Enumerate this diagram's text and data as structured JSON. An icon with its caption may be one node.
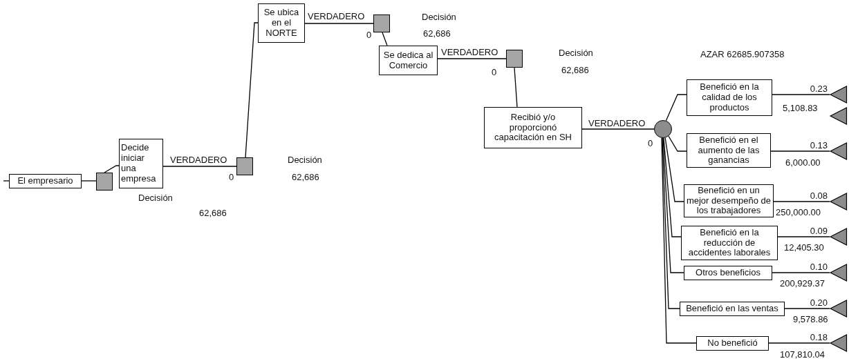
{
  "diagram": {
    "nodes": [
      {
        "text": [
          "El empresario"
        ]
      },
      {
        "text": [],
        "shape": "box"
      },
      {
        "text": [
          "Decide iniciar una empresa"
        ]
      },
      {
        "text": [],
        "shape": "box",
        "beside": [
          "0",
          "Decisión",
          "62,686"
        ]
      },
      {
        "text": [
          "Se ubica en el NORTE"
        ]
      },
      {
        "text": [],
        "shape": "box",
        "beside": [
          "0",
          "Decisión",
          "62,686"
        ]
      },
      {
        "text": [
          "Se dedica al Comercio"
        ]
      },
      {
        "text": [],
        "shape": "box",
        "beside": [
          "0",
          "Decisión",
          "62,686"
        ]
      },
      {
        "text": [
          "Recibió y/o proporcionó capacitación en SH"
        ]
      },
      {
        "text": [],
        "shape": "circle",
        "beside": [
          "0"
        ]
      },
      {
        "text": [
          "Benefició en la calidad de los productos"
        ]
      },
      {
        "text": [
          "Benefició en el aumento de las ganancias"
        ]
      },
      {
        "text": [
          "Benefició en un mejor desempeño de los trabajadores"
        ]
      },
      {
        "text": [
          "Benefició en la reducción de accidentes laborales"
        ]
      },
      {
        "text": [
          "Otros beneficios"
        ]
      },
      {
        "text": [
          "Benefició en las ventas"
        ]
      },
      {
        "text": [
          "No benefició"
        ]
      },
      {
        "text": [],
        "shape": "triangle",
        "beside": [
          "5,108.83"
        ]
      },
      {
        "text": [],
        "shape": "triangle"
      },
      {
        "text": [],
        "shape": "triangle",
        "beside": [
          "6,000.00"
        ]
      },
      {
        "text": [],
        "shape": "triangle"
      },
      {
        "text": [],
        "shape": "triangle",
        "beside": [
          "12,405.30"
        ]
      },
      {
        "text": [],
        "shape": "triangle",
        "beside": [
          "200,929.37"
        ]
      },
      {
        "text": [],
        "shape": "triangle",
        "beside": [
          "9,578.86"
        ]
      },
      {
        "text": [],
        "shape": "triangle",
        "beside": [
          "107,810.04"
        ]
      }
    ],
    "edges": [
      {
        "from": null,
        "to": 0,
        "arrow": "none"
      },
      {
        "from": 0,
        "to": 1,
        "arrow": "none"
      },
      {
        "from": 1,
        "to": 2,
        "arrow": "none"
      },
      {
        "from": 2,
        "to": 3,
        "arrow": "none",
        "label": "VERDADERO"
      },
      {
        "from": 3,
        "to": 4,
        "arrow": "none"
      },
      {
        "from": 4,
        "to": 5,
        "arrow": "none",
        "label": "VERDADERO"
      },
      {
        "from": 5,
        "to": 6,
        "arrow": "none"
      },
      {
        "from": 6,
        "to": 7,
        "arrow": "none",
        "label": "VERDADERO"
      },
      {
        "from": 7,
        "to": 8,
        "arrow": "none"
      },
      {
        "from": 8,
        "to": 9,
        "arrow": "none",
        "label": "VERDADERO"
      },
      {
        "from": 9,
        "to": 10,
        "arrow": "none"
      },
      {
        "from": 9,
        "to": 11,
        "arrow": "none"
      },
      {
        "from": 9,
        "to": 12,
        "arrow": "none"
      },
      {
        "from": 9,
        "to": 13,
        "arrow": "none"
      },
      {
        "from": 9,
        "to": 14,
        "arrow": "none"
      },
      {
        "from": 9,
        "to": 15,
        "arrow": "none"
      },
      {
        "from": 9,
        "to": 16,
        "arrow": "none"
      },
      {
        "from": 10,
        "to": 17,
        "arrow": "none",
        "label": "0.23"
      },
      {
        "from": 11,
        "to": 19,
        "arrow": "none",
        "label": "0.13"
      },
      {
        "from": 12,
        "to": 20,
        "arrow": "none",
        "label": "0.08"
      },
      {
        "from": 13,
        "to": 21,
        "arrow": "none",
        "label": "0.09"
      },
      {
        "from": 14,
        "to": 22,
        "arrow": "none",
        "label": "0.10"
      },
      {
        "from": 15,
        "to": 23,
        "arrow": "none",
        "label": "0.20"
      },
      {
        "from": 16,
        "to": 24,
        "arrow": "none",
        "label": "0.18"
      }
    ],
    "labels": [
      "AZAR 62685.907358",
      "Decisión",
      "250,000.00",
      "62,686"
    ]
  }
}
